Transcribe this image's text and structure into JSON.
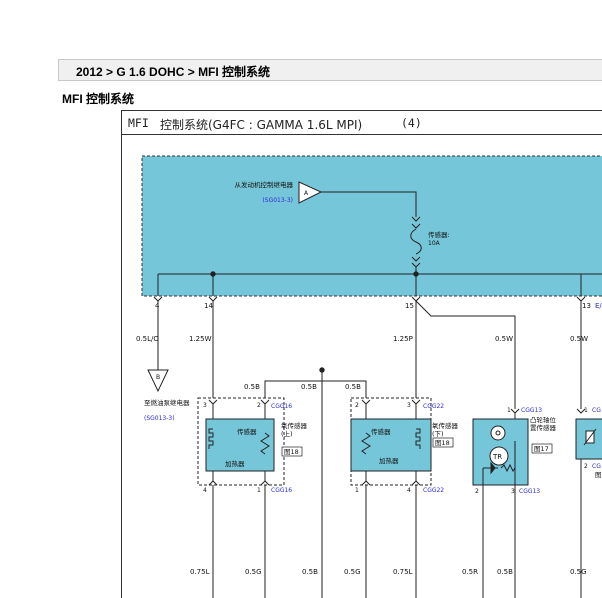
{
  "breadcrumb": "2012 > G 1.6 DOHC > MFI 控制系统",
  "section_title": "MFI 控制系统",
  "diagram": {
    "title_prefix": "MFI",
    "title_main": "控制系统(G4FC : GAMMA 1.6L MPI)",
    "page_no": "(4)",
    "relay_label": "从发动机控制继电器",
    "relay_conn": "(SG013-3)",
    "relay_pin": "A",
    "fuse_label": "传感器:",
    "fuse_rating": "10A",
    "pins_top": [
      "4",
      "14",
      "15",
      "13",
      "E/"
    ],
    "wires_main": [
      "0.5L/O",
      "1.25W",
      "1.25P",
      "0.5W",
      "0.5W"
    ],
    "fuel_pump_label": "至燃油泵继电器",
    "fuel_pump_conn": "(SG013-3)",
    "fuel_pump_pin": "B",
    "sub_wires": [
      "0.5B",
      "0.5B",
      "0.5B"
    ],
    "o2_up": {
      "conn": "CGG16",
      "pin_a": "3",
      "pin_b": "2",
      "pin_c": "4",
      "pin_d": "1",
      "sensor": "传感器",
      "heater": "加热器",
      "name": "氧传感器",
      "pos": "(上)",
      "ref": "图18"
    },
    "o2_down": {
      "conn": "CGG22",
      "pin_a": "2",
      "pin_b": "3",
      "pin_c": "1",
      "pin_d": "4",
      "sensor": "传感器",
      "heater": "加热器",
      "name": "氧传感器",
      "pos": "(下)",
      "ref": "图18"
    },
    "cam": {
      "conn": "CGG13",
      "pin_a": "1",
      "pin_b": "2",
      "pin_c": "3",
      "name": "凸轮轴位置传感器",
      "ref": "图17",
      "tr": "TR"
    },
    "right_comp": {
      "conn": "CG",
      "pin_a": "1",
      "pin_b": "2",
      "ref": "图"
    },
    "bottom_wires": [
      "0.75L",
      "0.5G",
      "0.5B",
      "0.5G",
      "0.75L",
      "0.5R",
      "0.5B",
      "0.5G"
    ]
  },
  "colors": {
    "shade": "#76c6d9",
    "conn": "#2b2bd8",
    "line": "#222222"
  }
}
